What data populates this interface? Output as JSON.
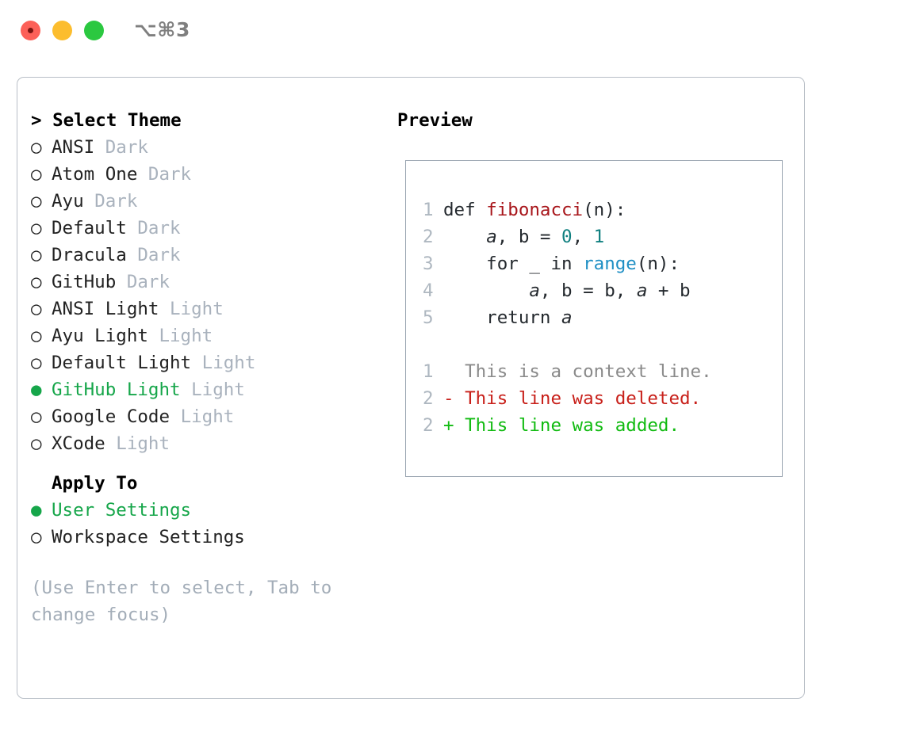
{
  "window": {
    "shortcut_label": "⌥⌘3",
    "traffic_lights": [
      {
        "name": "close",
        "color": "#fc6058"
      },
      {
        "name": "minimize",
        "color": "#fcbd2e"
      },
      {
        "name": "maximize",
        "color": "#2bc840"
      }
    ]
  },
  "theme_picker": {
    "header": "> Select Theme",
    "bullet_unselected": "○",
    "bullet_selected": "●",
    "items": [
      {
        "name": "ANSI",
        "variant": "Dark",
        "selected": false
      },
      {
        "name": "Atom One",
        "variant": "Dark",
        "selected": false
      },
      {
        "name": "Ayu",
        "variant": "Dark",
        "selected": false
      },
      {
        "name": "Default",
        "variant": "Dark",
        "selected": false
      },
      {
        "name": "Dracula",
        "variant": "Dark",
        "selected": false
      },
      {
        "name": "GitHub",
        "variant": "Dark",
        "selected": false
      },
      {
        "name": "ANSI Light",
        "variant": "Light",
        "selected": false
      },
      {
        "name": "Ayu Light",
        "variant": "Light",
        "selected": false
      },
      {
        "name": "Default Light",
        "variant": "Light",
        "selected": false
      },
      {
        "name": "GitHub Light",
        "variant": "Light",
        "selected": true
      },
      {
        "name": "Google Code",
        "variant": "Light",
        "selected": false
      },
      {
        "name": "XCode",
        "variant": "Light",
        "selected": false
      }
    ]
  },
  "apply_to": {
    "title": "Apply To",
    "items": [
      {
        "name": "User Settings",
        "selected": true
      },
      {
        "name": "Workspace Settings",
        "selected": false
      }
    ]
  },
  "hint": "(Use Enter to select, Tab to change focus)",
  "preview": {
    "title": "Preview",
    "code_lines": [
      {
        "number": "1",
        "tokens": [
          {
            "text": "def ",
            "kind": "plain"
          },
          {
            "text": "fibonacci",
            "kind": "fn"
          },
          {
            "text": "(n):",
            "kind": "plain"
          }
        ]
      },
      {
        "number": "2",
        "tokens": [
          {
            "text": "    ",
            "kind": "plain"
          },
          {
            "text": "a",
            "kind": "var"
          },
          {
            "text": ", b = ",
            "kind": "plain"
          },
          {
            "text": "0",
            "kind": "num"
          },
          {
            "text": ", ",
            "kind": "plain"
          },
          {
            "text": "1",
            "kind": "num"
          }
        ]
      },
      {
        "number": "3",
        "tokens": [
          {
            "text": "    for _ in ",
            "kind": "plain"
          },
          {
            "text": "range",
            "kind": "call"
          },
          {
            "text": "(n):",
            "kind": "plain"
          }
        ]
      },
      {
        "number": "4",
        "tokens": [
          {
            "text": "        ",
            "kind": "plain"
          },
          {
            "text": "a",
            "kind": "var"
          },
          {
            "text": ", b = b, ",
            "kind": "plain"
          },
          {
            "text": "a",
            "kind": "var"
          },
          {
            "text": " + b",
            "kind": "plain"
          }
        ]
      },
      {
        "number": "5",
        "tokens": [
          {
            "text": "    return ",
            "kind": "plain"
          },
          {
            "text": "a",
            "kind": "var"
          }
        ]
      }
    ],
    "diff_lines": [
      {
        "number": "1",
        "marker": " ",
        "text": " This is a context line.",
        "kind": "context"
      },
      {
        "number": "2",
        "marker": "-",
        "text": " This line was deleted.",
        "kind": "deleted"
      },
      {
        "number": "2",
        "marker": "+",
        "text": " This line was added.",
        "kind": "added"
      }
    ]
  },
  "colors": {
    "selection_green": "#16a64a",
    "diff_add_green": "#12bb12",
    "diff_del_red": "#c8201a",
    "function_red": "#a8161b",
    "number_teal": "#0f7f7f",
    "call_blue": "#1f8fc4",
    "muted_gray": "#a9b2bd",
    "panel_border": "#b9bfc7",
    "preview_border": "#9aa5b1"
  }
}
